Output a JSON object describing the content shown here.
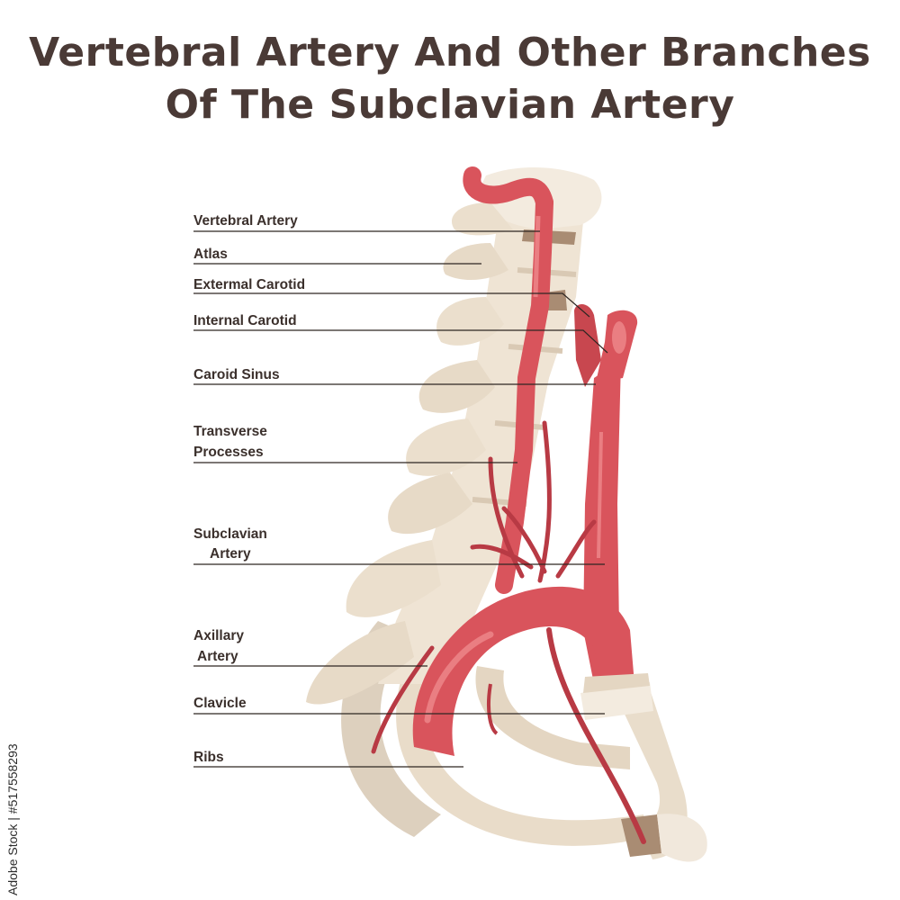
{
  "title": {
    "line1": "Vertebral Artery And Other Branches",
    "line2": "Of The Subclavian Artery"
  },
  "labels": {
    "vertebral_artery": "Vertebral Artery",
    "atlas": "Atlas",
    "external_carotid": "Extermal Carotid",
    "internal_carotid": "Internal Carotid",
    "carotid_sinus": "Caroid Sinus",
    "transverse_processes_1": "Transverse",
    "transverse_processes_2": "Processes",
    "subclavian_artery_1": "Subclavian",
    "subclavian_artery_2": "Artery",
    "axillary_artery_1": "Axillary",
    "axillary_artery_2": "Artery",
    "clavicle": "Clavicle",
    "ribs": "Ribs"
  },
  "watermark": "Adobe Stock | #517558293",
  "colors": {
    "bone": "#eee3d3",
    "bone_shadow": "#d9c9b4",
    "cartilage": "#a98c73",
    "artery": "#d9545c",
    "artery_dark": "#b83a44",
    "artery_light": "#ea7e82",
    "line": "#2e2622",
    "title": "#4a3a36"
  }
}
